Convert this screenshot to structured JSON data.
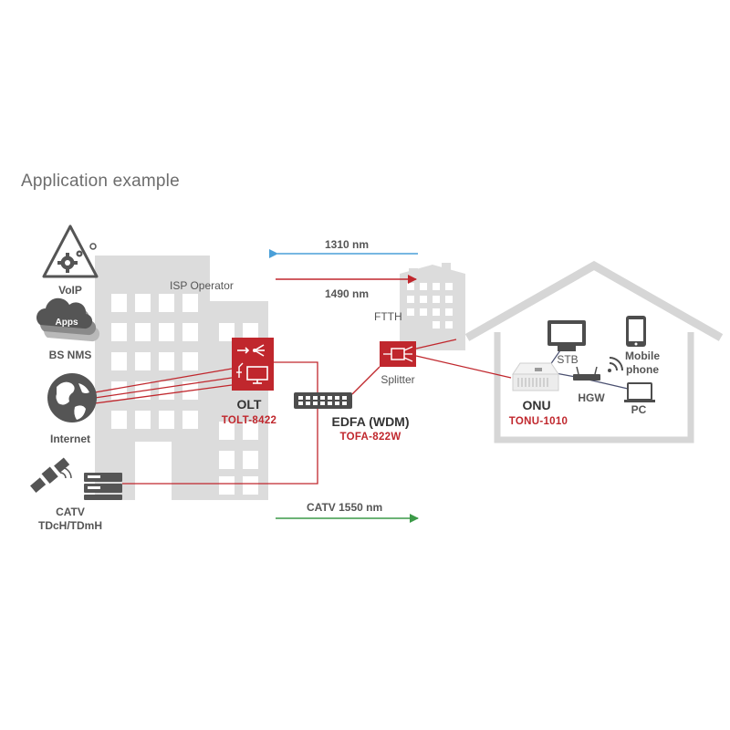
{
  "title": "Application example",
  "colors": {
    "red": "#c0272d",
    "blue": "#4a9fd8",
    "green": "#3c9a48",
    "gray": "#d6d6d6",
    "dark": "#555555"
  },
  "services": {
    "voip": "VoIP",
    "apps_badge": "Apps",
    "bs_nms": "BS NMS",
    "internet": "Internet",
    "catv_line1": "CATV",
    "catv_line2": "TDcH/TDmH"
  },
  "isp_operator": "ISP Operator",
  "olt": {
    "name": "OLT",
    "model": "TOLT-8422"
  },
  "edfa": {
    "name": "EDFA (WDM)",
    "model": "TOFA-822W"
  },
  "splitter": "Splitter",
  "ftth": "FTTH",
  "onu": {
    "name": "ONU",
    "model": "TONU-1010"
  },
  "home": {
    "stb": "STB",
    "mobile_line1": "Mobile",
    "mobile_line2": "phone",
    "hgw": "HGW",
    "pc": "PC"
  },
  "signals": {
    "upstream": "1310 nm",
    "downstream": "1490 nm",
    "catv": "CATV 1550 nm"
  }
}
